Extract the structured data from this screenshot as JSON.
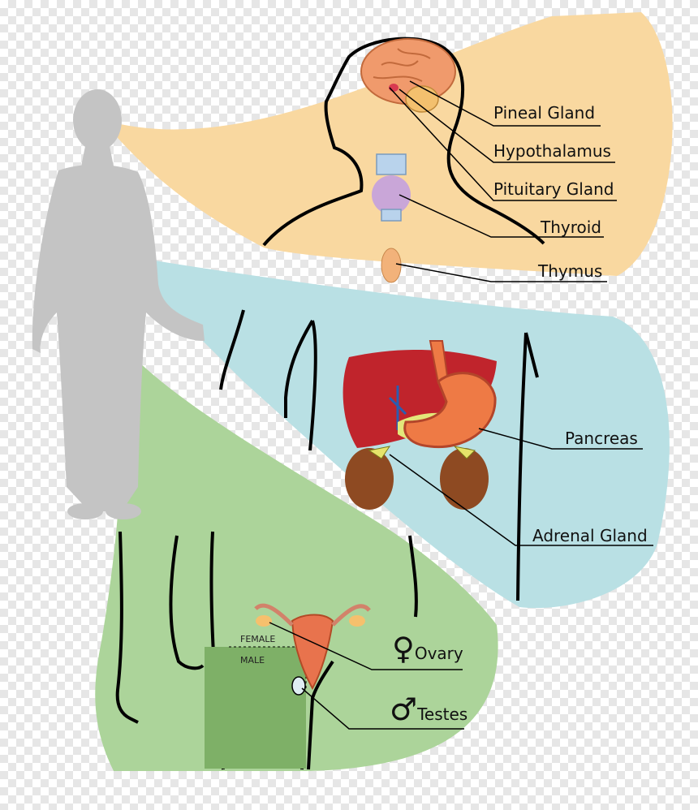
{
  "labels": {
    "pineal": "Pineal Gland",
    "hypothalamus": "Hypothalamus",
    "pituitary": "Pituitary Gland",
    "thyroid": "Thyroid",
    "thymus": "Thymus",
    "pancreas": "Pancreas",
    "adrenal": "Adrenal Gland",
    "ovary": "Ovary",
    "testes": "Testes",
    "female": "FEMALE",
    "male": "MALE"
  },
  "symbols": {
    "female": "♀",
    "male": "♂"
  },
  "colors": {
    "head_region": "#f9d8a0",
    "torso_region": "#b9e0e4",
    "pelvis_region": "#acd49a",
    "male_box": "#7eb067",
    "silhouette": "#c4c4c4",
    "liver": "#c0242c",
    "stomach": "#ee7a45",
    "kidney": "#8e4a22",
    "pancreas": "#e3e77a",
    "brain": "#f09a6c",
    "thyroid": "#c9a6d8",
    "thymus": "#f2b27a",
    "uterus": "#e8734d"
  }
}
